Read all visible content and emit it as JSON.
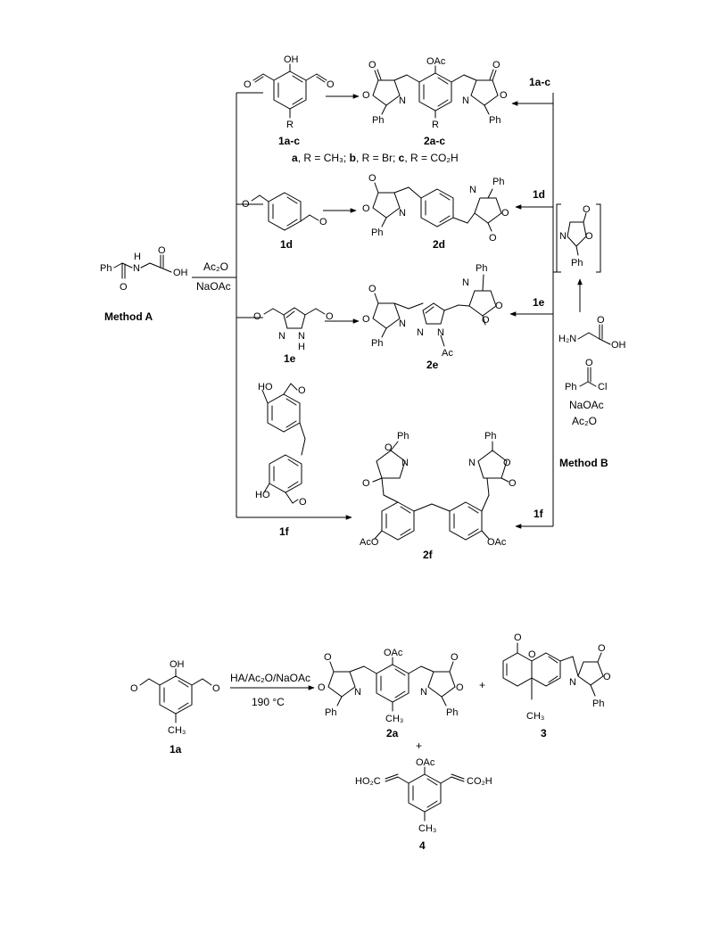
{
  "method_a": {
    "title": "Method A",
    "reagent_top": "Ac₂O",
    "reagent_bottom": "NaOAc",
    "start_ph": "Ph",
    "start_n": "N",
    "start_h": "H",
    "start_o1": "O",
    "start_o2": "O",
    "start_oh": "OH"
  },
  "method_b": {
    "title": "Method B",
    "glycine_h2n": "H₂N",
    "glycine_o": "O",
    "glycine_oh": "OH",
    "bzcl_o": "O",
    "bzcl_ph": "Ph",
    "bzcl_cl": "Cl",
    "reagent_1": "NaOAc",
    "reagent_2": "Ac₂O",
    "oxazolone_o1": "O",
    "oxazolone_o2": "O",
    "oxazolone_n": "N",
    "oxazolone_ph": "Ph"
  },
  "arrow_labels": [
    "1a-c",
    "1d",
    "1e",
    "1f"
  ],
  "compounds": {
    "c1ac": "1a-c",
    "c2ac": "2a-c",
    "c1d": "1d",
    "c2d": "2d",
    "c1e": "1e",
    "c2e": "2e",
    "c1f": "1f",
    "c2f": "2f",
    "c1a": "1a",
    "c2a": "2a",
    "c3": "3",
    "c4": "4"
  },
  "substituents": {
    "prefix_a": "a",
    "text_a": ", R = CH₃; ",
    "prefix_b": "b",
    "text_b": ", R = Br; ",
    "prefix_c": "c",
    "text_c": ", R = CO₂H"
  },
  "atoms": {
    "oh": "OH",
    "oac": "OAc",
    "aco": "AcO",
    "o": "O",
    "n": "N",
    "nh": "N",
    "h": "H",
    "ac": "Ac",
    "r": "R",
    "ph": "Ph",
    "ch3": "CH₃",
    "ho": "HO",
    "ho2c": "HO₂C",
    "co2h": "CO₂H",
    "plus": "+"
  },
  "second_scheme": {
    "reagents_top": "HA/Ac₂O/NaOAc",
    "reagents_bottom": "190 °C"
  }
}
